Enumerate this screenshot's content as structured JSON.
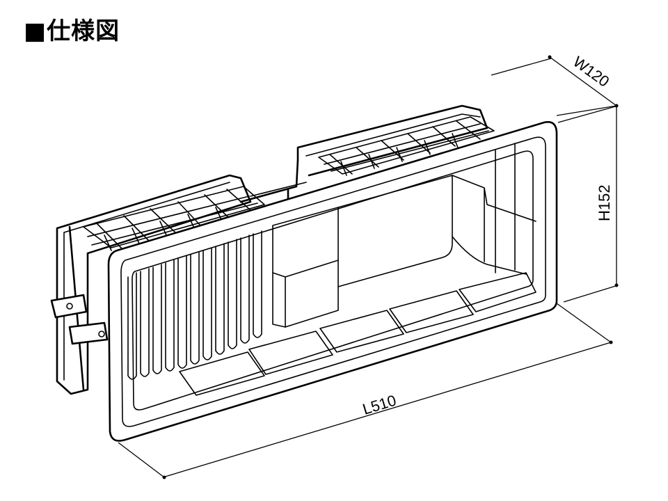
{
  "title": "■仕様図",
  "dimensions": {
    "width_label": "W120",
    "height_label": "H152",
    "length_label": "L510"
  }
}
